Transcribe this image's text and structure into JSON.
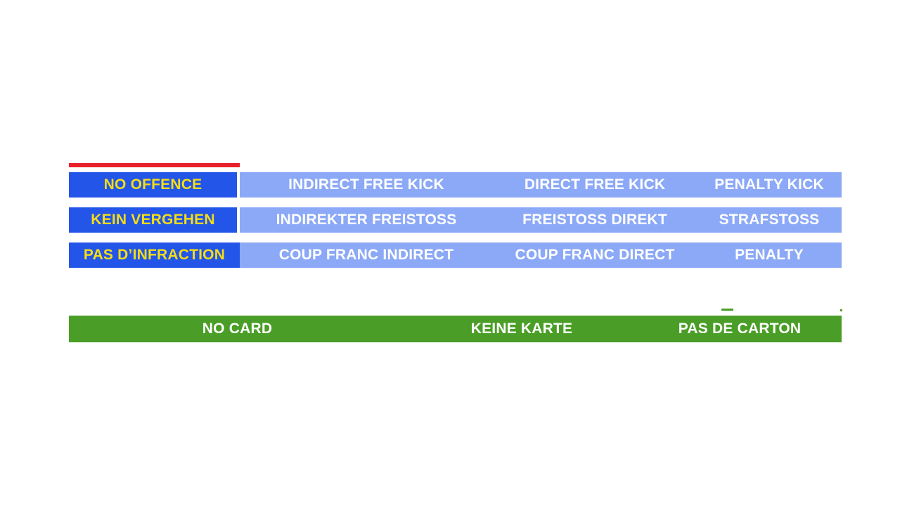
{
  "slide": {
    "background_color": "#FFFFFF",
    "accent_rule_color": "#E8202A",
    "colors": {
      "offence_box": "#2255E8",
      "offence_text": "#F5DD16",
      "sanction_strip": "#8CA9F7",
      "sanction_text": "#FFFFFF",
      "card_bar": "#4A9E27",
      "card_text": "#FFFFFF"
    }
  },
  "offence_table": {
    "rows": [
      {
        "language": "english",
        "offence_label": "NO OFFENCE",
        "sanctions": [
          "INDIRECT FREE KICK",
          "DIRECT FREE KICK",
          "PENALTY KICK"
        ]
      },
      {
        "language": "german",
        "offence_label": "KEIN VERGEHEN",
        "sanctions": [
          "INDIREKTER FREISTOSS",
          "FREISTOSS DIREKT",
          "STRAFSTOSS"
        ]
      },
      {
        "language": "french",
        "offence_label": "PAS D’INFRACTION",
        "sanctions": [
          "COUP FRANC INDIRECT",
          "COUP FRANC DIRECT",
          "PENALTY"
        ]
      }
    ]
  },
  "card_bar": {
    "cells": [
      "NO CARD",
      "KEINE KARTE",
      "PAS DE CARTON"
    ]
  }
}
